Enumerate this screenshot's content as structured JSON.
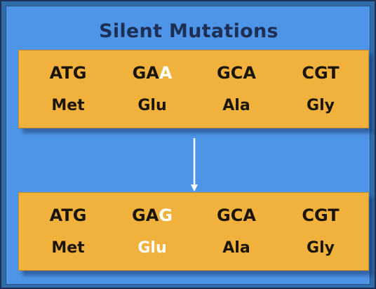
{
  "title": "Silent Mutations",
  "top": {
    "codons": [
      {
        "pre": "ATG",
        "mut": ""
      },
      {
        "pre": "GA",
        "mut": "A"
      },
      {
        "pre": "GCA",
        "mut": ""
      },
      {
        "pre": "CGT",
        "mut": ""
      }
    ],
    "aminos": [
      "Met",
      "Glu",
      "Ala",
      "Gly"
    ]
  },
  "bottom": {
    "codons": [
      {
        "pre": "ATG",
        "mut": ""
      },
      {
        "pre": "GA",
        "mut": "G"
      },
      {
        "pre": "GCA",
        "mut": ""
      },
      {
        "pre": "CGT",
        "mut": ""
      }
    ],
    "aminos": [
      "Met",
      "Glu",
      "Ala",
      "Gly"
    ]
  },
  "colors": {
    "background": "#4f95e7",
    "panel": "#f0b23c",
    "text": "#1b1408",
    "highlight": "#ffffff"
  }
}
